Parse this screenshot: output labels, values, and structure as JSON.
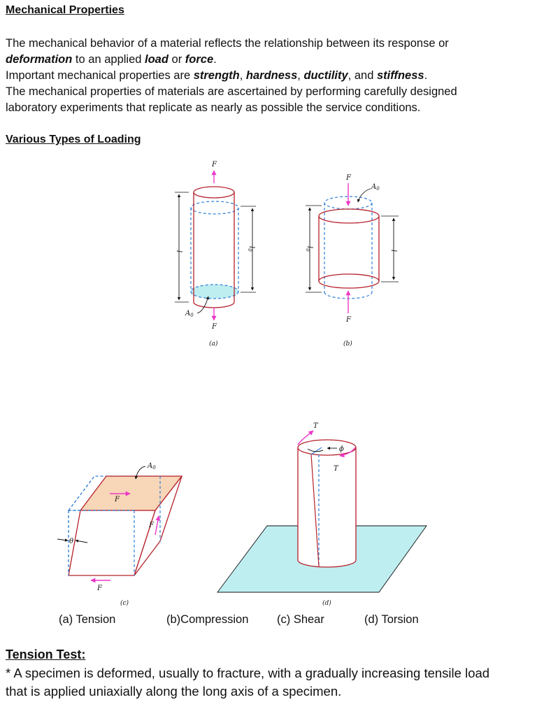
{
  "heading_mechanical": "Mechanical Properties",
  "para1": {
    "pre": "The mechanical behavior of a material reflects the relationship between its response or",
    "deformation": "deformation",
    "mid1": " to an applied ",
    "load": "load",
    "mid2": " or ",
    "force": "force",
    "end": "."
  },
  "para2": {
    "pre": "Important mechanical properties are ",
    "strength": "strength",
    "c1": ", ",
    "hardness": "hardness",
    "c2": ", ",
    "ductility": "ductility",
    "c3": ", and ",
    "stiffness": "stiffness",
    "end": "."
  },
  "para3": {
    "line1": "The mechanical properties of materials are ascertained by performing carefully designed",
    "line2": "laboratory experiments that replicate as nearly as possible the service conditions."
  },
  "heading_loading": "Various Types of Loading",
  "figure_labels": {
    "F": "F",
    "T": "T",
    "A": "A",
    "sub0": "0",
    "l": "l",
    "phi": "ϕ",
    "theta": "θ",
    "a": "(a)",
    "b": "(b)",
    "c": "(c)",
    "d": "(d)"
  },
  "captions": {
    "tension": "(a) Tension",
    "compression": "(b)Compression",
    "shear": "(c) Shear",
    "torsion": "(d) Torsion"
  },
  "heading_tension": "Tension Test:",
  "tension_text": {
    "line1": "* A specimen is deformed, usually to fracture, with a gradually increasing tensile load",
    "line2": "that is applied uniaxially along the long axis of a specimen."
  },
  "colors": {
    "red": "#b5202a",
    "blue_dash": "#2f7fd8",
    "magenta": "#ec38c8",
    "cyan_fill": "#bfeef0",
    "orange_fill": "#f8d6b8"
  }
}
